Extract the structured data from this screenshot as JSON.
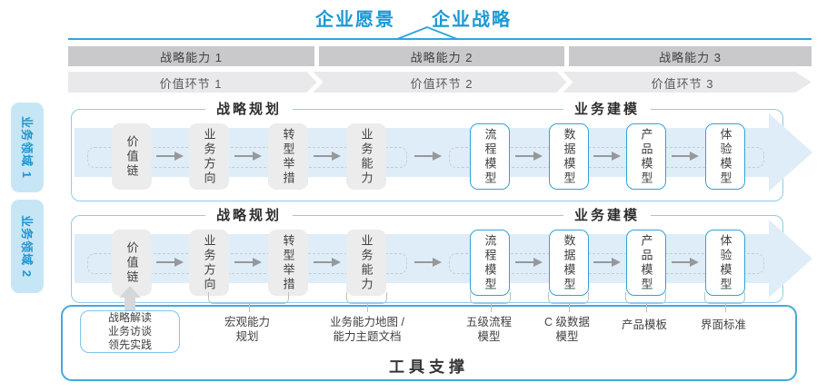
{
  "header": {
    "vision": "企业愿景",
    "strategy": "企业战略"
  },
  "capability_bar": [
    "战略能力 1",
    "战略能力 2",
    "战略能力 3"
  ],
  "value_bar": [
    "价值环节 1",
    "价值环节 2",
    "价值环节 3"
  ],
  "domains": [
    {
      "label": "业务领域 1"
    },
    {
      "label": "业务领域 2"
    }
  ],
  "rows": [
    {
      "planning_title": "战略规划",
      "modeling_title": "业务建模",
      "boxes": [
        {
          "label": "价值链",
          "style": "gray"
        },
        {
          "label": "业务方向",
          "style": "gray"
        },
        {
          "label": "转型举措",
          "style": "gray"
        },
        {
          "label": "业务能力",
          "style": "gray"
        },
        {
          "label": "流程模型",
          "style": "blue"
        },
        {
          "label": "数据模型",
          "style": "blue"
        },
        {
          "label": "产品模型",
          "style": "blue"
        },
        {
          "label": "体验模型",
          "style": "blue"
        }
      ]
    },
    {
      "planning_title": "战略规划",
      "modeling_title": "业务建模",
      "boxes": [
        {
          "label": "价值链",
          "style": "gray"
        },
        {
          "label": "业务方向",
          "style": "gray"
        },
        {
          "label": "转型举措",
          "style": "gray"
        },
        {
          "label": "业务能力",
          "style": "gray"
        },
        {
          "label": "流程模型",
          "style": "blue"
        },
        {
          "label": "数据模型",
          "style": "blue"
        },
        {
          "label": "产品模型",
          "style": "blue"
        },
        {
          "label": "体验模型",
          "style": "blue"
        }
      ]
    }
  ],
  "footer": {
    "interview_box": "战略解读\n业务访谈\n领先实践",
    "labels": [
      {
        "text": "宏观能力\n规划"
      },
      {
        "text": "业务能力地图 /\n能力主题文档"
      },
      {
        "text": "五级流程\n模型"
      },
      {
        "text": "C 级数据\n模型"
      },
      {
        "text": "产品模板"
      },
      {
        "text": "界面标准"
      }
    ],
    "tools_title": "工具支撑"
  },
  "colors": {
    "accent_blue": "#1b99d5",
    "line_blue": "#2ea4dc",
    "tab_fill": "#c7e6f5",
    "band_blue": "#deedf8",
    "capability_bar_gray": "#c9c9cb",
    "value_bar_gray": "#e9e9eb",
    "node_gray": "#ececed",
    "node_border_blue": "#2fa3db",
    "row_border_blue": "#90cbea",
    "tools_border_blue": "#45a9db"
  }
}
